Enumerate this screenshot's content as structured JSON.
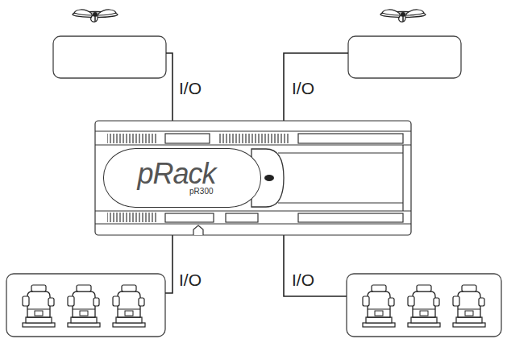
{
  "diagram": {
    "nodes": [
      {
        "text": [
          "pRack",
          "pR300"
        ]
      }
    ],
    "labels": [
      "I/O",
      "I/O",
      "I/O",
      "I/O"
    ]
  }
}
